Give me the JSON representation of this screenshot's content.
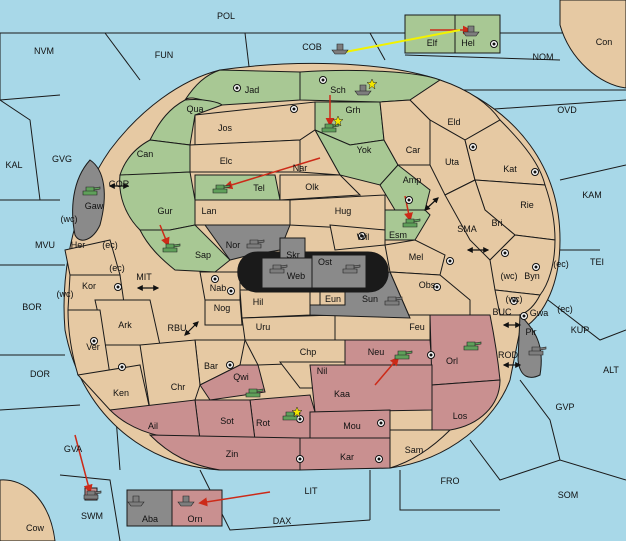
{
  "game": {
    "title": "Diplomacy variant map",
    "palette": {
      "sea": "#a8d8e8",
      "land_neutral": "#e6c9a3",
      "land_green": "#a8c894",
      "land_red": "#c99090",
      "land_grey": "#8a8a8a",
      "border": "#1a1a1a",
      "order_arrow": "#cc2a18",
      "support_line": "#f2f200"
    }
  },
  "regions": [
    {
      "id": "pol",
      "label": "POL"
    },
    {
      "id": "nvm",
      "label": "NVM"
    },
    {
      "id": "fun",
      "label": "FUN"
    },
    {
      "id": "cob",
      "label": "COB"
    },
    {
      "id": "nom",
      "label": "NOM"
    },
    {
      "id": "con",
      "label": "Con"
    },
    {
      "id": "ovd",
      "label": "OVD"
    },
    {
      "id": "kal",
      "label": "KAL"
    },
    {
      "id": "gvg",
      "label": "GVG"
    },
    {
      "id": "gor",
      "label": "GOR"
    },
    {
      "id": "kam",
      "label": "KAM"
    },
    {
      "id": "sma",
      "label": "SMA"
    },
    {
      "id": "tei",
      "label": "TEI"
    },
    {
      "id": "mvu",
      "label": "MVU"
    },
    {
      "id": "mit",
      "label": "MIT"
    },
    {
      "id": "bor",
      "label": "BOR"
    },
    {
      "id": "rbu",
      "label": "RBU"
    },
    {
      "id": "kup",
      "label": "KUP"
    },
    {
      "id": "buc",
      "label": "BUC"
    },
    {
      "id": "rod",
      "label": "ROD"
    },
    {
      "id": "alt",
      "label": "ALT"
    },
    {
      "id": "dor",
      "label": "DOR"
    },
    {
      "id": "gvp",
      "label": "GVP"
    },
    {
      "id": "gva",
      "label": "GVA"
    },
    {
      "id": "fro",
      "label": "FRO"
    },
    {
      "id": "lit",
      "label": "LIT"
    },
    {
      "id": "som",
      "label": "SOM"
    },
    {
      "id": "swm",
      "label": "SWM"
    },
    {
      "id": "dax",
      "label": "DAX"
    },
    {
      "id": "cow",
      "label": "Cow"
    },
    {
      "id": "elf",
      "label": "Elf"
    },
    {
      "id": "hel",
      "label": "Hel"
    },
    {
      "id": "aba",
      "label": "Aba"
    },
    {
      "id": "orn",
      "label": "Orn"
    },
    {
      "id": "jad",
      "label": "Jad"
    },
    {
      "id": "sch",
      "label": "Sch"
    },
    {
      "id": "qua",
      "label": "Qua"
    },
    {
      "id": "grh",
      "label": "Grh"
    },
    {
      "id": "jos",
      "label": "Jos"
    },
    {
      "id": "eld",
      "label": "Eld"
    },
    {
      "id": "can",
      "label": "Can"
    },
    {
      "id": "yok",
      "label": "Yok"
    },
    {
      "id": "car",
      "label": "Car"
    },
    {
      "id": "elc",
      "label": "Elc"
    },
    {
      "id": "nar",
      "label": "Nar"
    },
    {
      "id": "uta",
      "label": "Uta"
    },
    {
      "id": "tel",
      "label": "Tel"
    },
    {
      "id": "olk",
      "label": "Olk"
    },
    {
      "id": "amp",
      "label": "Amp"
    },
    {
      "id": "kat",
      "label": "Kat"
    },
    {
      "id": "gaw",
      "label": "Gaw"
    },
    {
      "id": "gur",
      "label": "Gur"
    },
    {
      "id": "lan",
      "label": "Lan"
    },
    {
      "id": "hug",
      "label": "Hug"
    },
    {
      "id": "rie",
      "label": "Rie"
    },
    {
      "id": "esm",
      "label": "Esm"
    },
    {
      "id": "bri",
      "label": "Bri"
    },
    {
      "id": "wc1",
      "label": "(wc)"
    },
    {
      "id": "her",
      "label": "Her"
    },
    {
      "id": "ec1",
      "label": "(ec)"
    },
    {
      "id": "nor",
      "label": "Nor"
    },
    {
      "id": "wil",
      "label": "Wil"
    },
    {
      "id": "skr",
      "label": "Skr"
    },
    {
      "id": "sap",
      "label": "Sap"
    },
    {
      "id": "ost",
      "label": "Ost"
    },
    {
      "id": "mel",
      "label": "Mel"
    },
    {
      "id": "web",
      "label": "Web"
    },
    {
      "id": "ec2",
      "label": "(ec)"
    },
    {
      "id": "wc2",
      "label": "(wc)"
    },
    {
      "id": "byn",
      "label": "Byn"
    },
    {
      "id": "ec3",
      "label": "(ec)"
    },
    {
      "id": "kor",
      "label": "Kor"
    },
    {
      "id": "nab",
      "label": "Nab"
    },
    {
      "id": "wc3",
      "label": "(wc)"
    },
    {
      "id": "obs",
      "label": "Obs"
    },
    {
      "id": "eun",
      "label": "Eun"
    },
    {
      "id": "hil",
      "label": "Hil"
    },
    {
      "id": "sun",
      "label": "Sun"
    },
    {
      "id": "wc4",
      "label": "(wc)"
    },
    {
      "id": "gwa",
      "label": "Gwa"
    },
    {
      "id": "ec4",
      "label": "(ec)"
    },
    {
      "id": "ark",
      "label": "Ark"
    },
    {
      "id": "nog",
      "label": "Nog"
    },
    {
      "id": "uru",
      "label": "Uru"
    },
    {
      "id": "feu",
      "label": "Feu"
    },
    {
      "id": "pir",
      "label": "Pir"
    },
    {
      "id": "ver",
      "label": "Ver"
    },
    {
      "id": "chp",
      "label": "Chp"
    },
    {
      "id": "neu",
      "label": "Neu"
    },
    {
      "id": "orl",
      "label": "Orl"
    },
    {
      "id": "bar",
      "label": "Bar"
    },
    {
      "id": "nil",
      "label": "Nil"
    },
    {
      "id": "qwi",
      "label": "Qwi"
    },
    {
      "id": "ken",
      "label": "Ken"
    },
    {
      "id": "chr",
      "label": "Chr"
    },
    {
      "id": "kaa",
      "label": "Kaa"
    },
    {
      "id": "los",
      "label": "Los"
    },
    {
      "id": "ail",
      "label": "Ail"
    },
    {
      "id": "sot",
      "label": "Sot"
    },
    {
      "id": "rot",
      "label": "Rot"
    },
    {
      "id": "mou",
      "label": "Mou"
    },
    {
      "id": "sam",
      "label": "Sam"
    },
    {
      "id": "zin",
      "label": "Zin"
    },
    {
      "id": "kar",
      "label": "Kar"
    }
  ],
  "units": [
    {
      "id": "u-hel",
      "kind": "fleet",
      "color": "grey",
      "region": "hel"
    },
    {
      "id": "u-cob",
      "kind": "fleet",
      "color": "grey",
      "region": "cob"
    },
    {
      "id": "u-sch",
      "kind": "fleet",
      "color": "grey",
      "region": "sch"
    },
    {
      "id": "u-grh",
      "kind": "army",
      "color": "green",
      "region": "grh"
    },
    {
      "id": "u-gaw",
      "kind": "army",
      "color": "green",
      "region": "gaw"
    },
    {
      "id": "u-tel",
      "kind": "army",
      "color": "green",
      "region": "tel"
    },
    {
      "id": "u-esm",
      "kind": "army",
      "color": "green",
      "region": "esm"
    },
    {
      "id": "u-sap",
      "kind": "army",
      "color": "green",
      "region": "sap"
    },
    {
      "id": "u-nor",
      "kind": "army",
      "color": "grey",
      "region": "nor"
    },
    {
      "id": "u-web",
      "kind": "army",
      "color": "grey",
      "region": "web"
    },
    {
      "id": "u-ost",
      "kind": "army",
      "color": "grey",
      "region": "ost"
    },
    {
      "id": "u-sun",
      "kind": "army",
      "color": "grey",
      "region": "sun"
    },
    {
      "id": "u-pir",
      "kind": "army",
      "color": "grey",
      "region": "pir"
    },
    {
      "id": "u-orl",
      "kind": "army",
      "color": "green",
      "region": "orl"
    },
    {
      "id": "u-neu",
      "kind": "army",
      "color": "green",
      "region": "neu"
    },
    {
      "id": "u-qwi",
      "kind": "army",
      "color": "green",
      "region": "qwi"
    },
    {
      "id": "u-rot",
      "kind": "army",
      "color": "green",
      "region": "rot"
    },
    {
      "id": "u-swm",
      "kind": "army",
      "color": "grey",
      "region": "swm"
    },
    {
      "id": "u-aba",
      "kind": "fleet",
      "color": "grey",
      "region": "aba"
    },
    {
      "id": "u-orn",
      "kind": "fleet",
      "color": "grey",
      "region": "orn"
    }
  ]
}
